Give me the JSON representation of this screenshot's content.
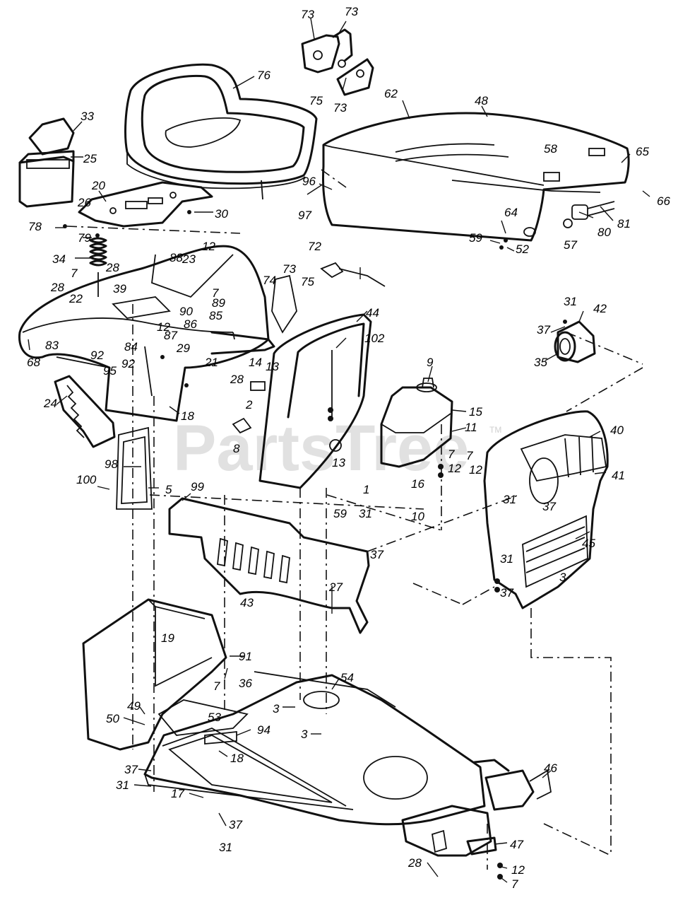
{
  "watermark": {
    "text": "PartsTree",
    "trademark": "TM"
  },
  "callouts": [
    {
      "label": "73"
    },
    {
      "label": "73"
    },
    {
      "label": "75"
    },
    {
      "label": "73"
    },
    {
      "label": "76"
    },
    {
      "label": "62"
    },
    {
      "label": "48"
    },
    {
      "label": "33"
    },
    {
      "label": "25"
    },
    {
      "label": "20"
    },
    {
      "label": "26"
    },
    {
      "label": "30"
    },
    {
      "label": "78"
    },
    {
      "label": "79"
    },
    {
      "label": "34"
    },
    {
      "label": "58"
    },
    {
      "label": "65"
    },
    {
      "label": "66"
    },
    {
      "label": "96"
    },
    {
      "label": "97"
    },
    {
      "label": "64"
    },
    {
      "label": "59"
    },
    {
      "label": "52"
    },
    {
      "label": "57"
    },
    {
      "label": "80"
    },
    {
      "label": "81"
    },
    {
      "label": "12"
    },
    {
      "label": "88"
    },
    {
      "label": "23"
    },
    {
      "label": "28"
    },
    {
      "label": "39"
    },
    {
      "label": "7"
    },
    {
      "label": "7"
    },
    {
      "label": "28"
    },
    {
      "label": "89"
    },
    {
      "label": "85"
    },
    {
      "label": "90"
    },
    {
      "label": "86"
    },
    {
      "label": "22"
    },
    {
      "label": "12"
    },
    {
      "label": "87"
    },
    {
      "label": "83"
    },
    {
      "label": "92"
    },
    {
      "label": "84"
    },
    {
      "label": "95"
    },
    {
      "label": "92"
    },
    {
      "label": "68"
    },
    {
      "label": "29"
    },
    {
      "label": "21"
    },
    {
      "label": "28"
    },
    {
      "label": "14"
    },
    {
      "label": "13"
    },
    {
      "label": "72"
    },
    {
      "label": "73"
    },
    {
      "label": "74"
    },
    {
      "label": "75"
    },
    {
      "label": "44"
    },
    {
      "label": "102"
    },
    {
      "label": "31"
    },
    {
      "label": "37"
    },
    {
      "label": "42"
    },
    {
      "label": "35"
    },
    {
      "label": "9"
    },
    {
      "label": "15"
    },
    {
      "label": "11"
    },
    {
      "label": "7"
    },
    {
      "label": "12"
    },
    {
      "label": "2"
    },
    {
      "label": "8"
    },
    {
      "label": "13"
    },
    {
      "label": "40"
    },
    {
      "label": "41"
    },
    {
      "label": "31"
    },
    {
      "label": "37"
    },
    {
      "label": "7"
    },
    {
      "label": "12"
    },
    {
      "label": "16"
    },
    {
      "label": "1"
    },
    {
      "label": "10"
    },
    {
      "label": "24"
    },
    {
      "label": "18"
    },
    {
      "label": "98"
    },
    {
      "label": "5"
    },
    {
      "label": "100"
    },
    {
      "label": "99"
    },
    {
      "label": "59"
    },
    {
      "label": "31"
    },
    {
      "label": "37"
    },
    {
      "label": "45"
    },
    {
      "label": "31"
    },
    {
      "label": "3"
    },
    {
      "label": "37"
    },
    {
      "label": "43"
    },
    {
      "label": "27"
    },
    {
      "label": "19"
    },
    {
      "label": "91"
    },
    {
      "label": "7"
    },
    {
      "label": "36"
    },
    {
      "label": "54"
    },
    {
      "label": "49"
    },
    {
      "label": "50"
    },
    {
      "label": "53"
    },
    {
      "label": "94"
    },
    {
      "label": "3"
    },
    {
      "label": "3"
    },
    {
      "label": "18"
    },
    {
      "label": "37"
    },
    {
      "label": "31"
    },
    {
      "label": "17"
    },
    {
      "label": "37"
    },
    {
      "label": "31"
    },
    {
      "label": "46"
    },
    {
      "label": "47"
    },
    {
      "label": "28"
    },
    {
      "label": "12"
    },
    {
      "label": "7"
    }
  ]
}
